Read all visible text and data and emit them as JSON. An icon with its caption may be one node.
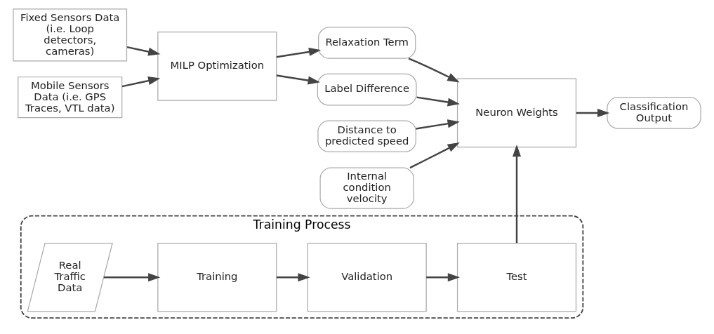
{
  "diagram": {
    "nodes": [
      {
        "text": [
          "Training Process"
        ]
      },
      {
        "text": [
          "Real Traffic Data"
        ],
        "in": 0
      },
      {
        "text": [
          "Training"
        ],
        "in": 0
      },
      {
        "text": [
          "Validation"
        ],
        "in": 0
      },
      {
        "text": [
          "Test"
        ],
        "in": 0
      },
      {
        "text": [
          "Fixed Sensors Data (i.e. Loop detectors, cameras)"
        ]
      },
      {
        "text": [
          "Mobile Sensors Data (i.e. GPS Traces, VTL data)"
        ]
      },
      {
        "text": [
          "MILP Optimization"
        ]
      },
      {
        "text": [
          "Distance to predicted speed"
        ]
      },
      {
        "text": [
          "Relaxation Term"
        ]
      },
      {
        "text": [
          "Label Difference"
        ]
      },
      {
        "text": [
          "Internal condition velocity"
        ]
      },
      {
        "text": [
          "Neuron Weights"
        ]
      },
      {
        "text": [
          "Classification Output"
        ]
      }
    ],
    "edges": [
      {
        "from": 1,
        "to": 2,
        "arrow": "to"
      },
      {
        "from": 2,
        "to": 3,
        "arrow": "to"
      },
      {
        "from": 3,
        "to": 4,
        "arrow": "to"
      },
      {
        "from": 4,
        "to": 12,
        "arrow": "to"
      },
      {
        "from": 5,
        "to": 7,
        "arrow": "to"
      },
      {
        "from": 6,
        "to": 7,
        "arrow": "to"
      },
      {
        "from": 7,
        "to": 9,
        "arrow": "to"
      },
      {
        "from": 7,
        "to": 10,
        "arrow": "to"
      },
      {
        "from": 8,
        "to": 12,
        "arrow": "to"
      },
      {
        "from": 9,
        "to": 12,
        "arrow": "to"
      },
      {
        "from": 10,
        "to": 12,
        "arrow": "to"
      },
      {
        "from": 11,
        "to": 12,
        "arrow": "to"
      },
      {
        "from": 12,
        "to": 13,
        "arrow": "to"
      }
    ]
  }
}
